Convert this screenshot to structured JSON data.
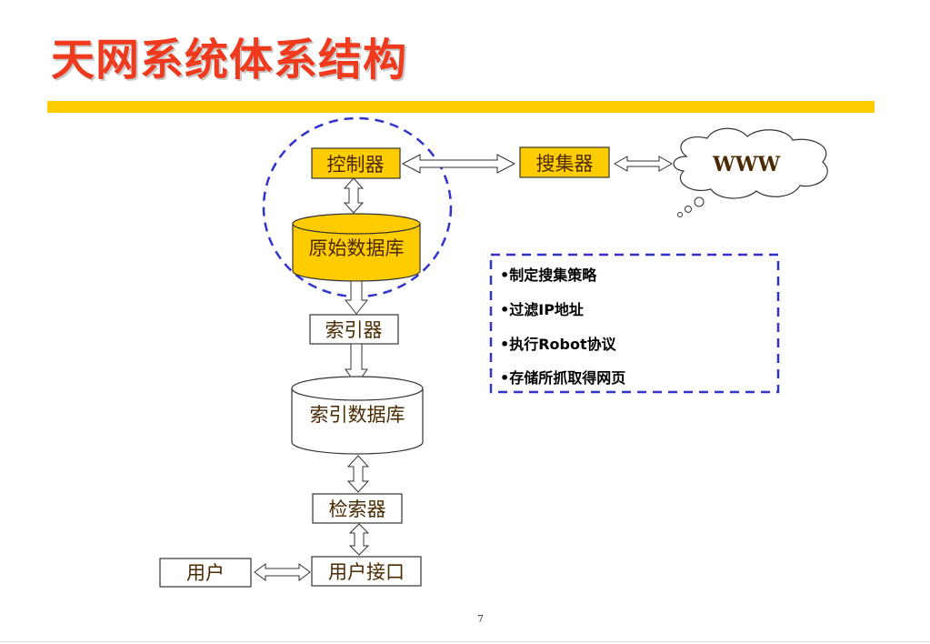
{
  "slide": {
    "title": "天网系统体系结构",
    "page_number": "7",
    "colors": {
      "title": "#f03a1e",
      "title_bar": "#ffcc00",
      "node_fill": "#ffcc00",
      "dashed": "#3333cc",
      "node_text": "#4a2a00"
    }
  },
  "diagram": {
    "nodes": {
      "controller": "控制器",
      "collector": "搜集器",
      "www": "WWW",
      "raw_db": "原始数据库",
      "indexer": "索引器",
      "index_db": "索引数据库",
      "searcher": "检索器",
      "user": "用户",
      "user_interface": "用户接口"
    },
    "functions": [
      "制定搜集策略",
      "过滤IP地址",
      "执行Robot协议",
      "存储所抓取得网页"
    ],
    "bullet": "•"
  }
}
